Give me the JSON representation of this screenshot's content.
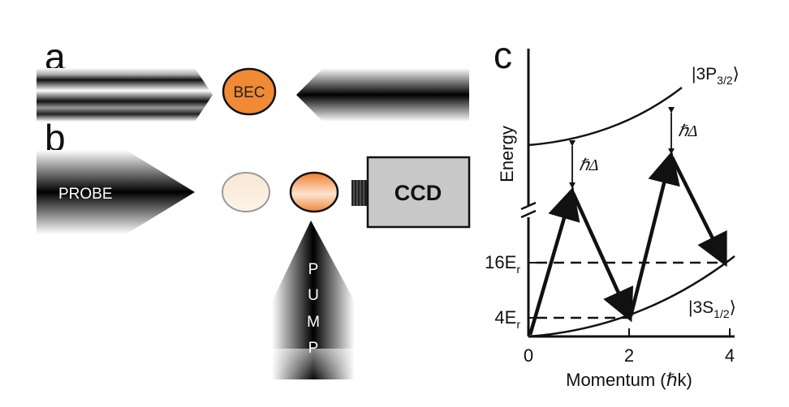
{
  "panels": {
    "a": "a",
    "b": "b",
    "c": "c"
  },
  "panel_a": {
    "bec_label": "BEC"
  },
  "panel_b": {
    "probe_label": "PROBE",
    "pump_letters": [
      "P",
      "U",
      "M",
      "P"
    ],
    "camera_label": "CCD"
  },
  "panel_c": {
    "y_axis_label": "Energy",
    "x_axis_label": "Momentum (ℏk)",
    "x_ticks": [
      "0",
      "2",
      "4"
    ],
    "y_tick_16": {
      "main": "16E",
      "sub": "r"
    },
    "y_tick_4": {
      "main": "4E",
      "sub": "r"
    },
    "upper_state": {
      "prefix": "|3P",
      "sub": "3/2",
      "suffix": "⟩"
    },
    "lower_state": {
      "prefix": "|3S",
      "sub": "1/2",
      "suffix": "⟩"
    },
    "detuning": "ℏΔ"
  },
  "colors": {
    "bec_orange": "#f08a35",
    "ccd_gray": "#c8c8c8"
  }
}
